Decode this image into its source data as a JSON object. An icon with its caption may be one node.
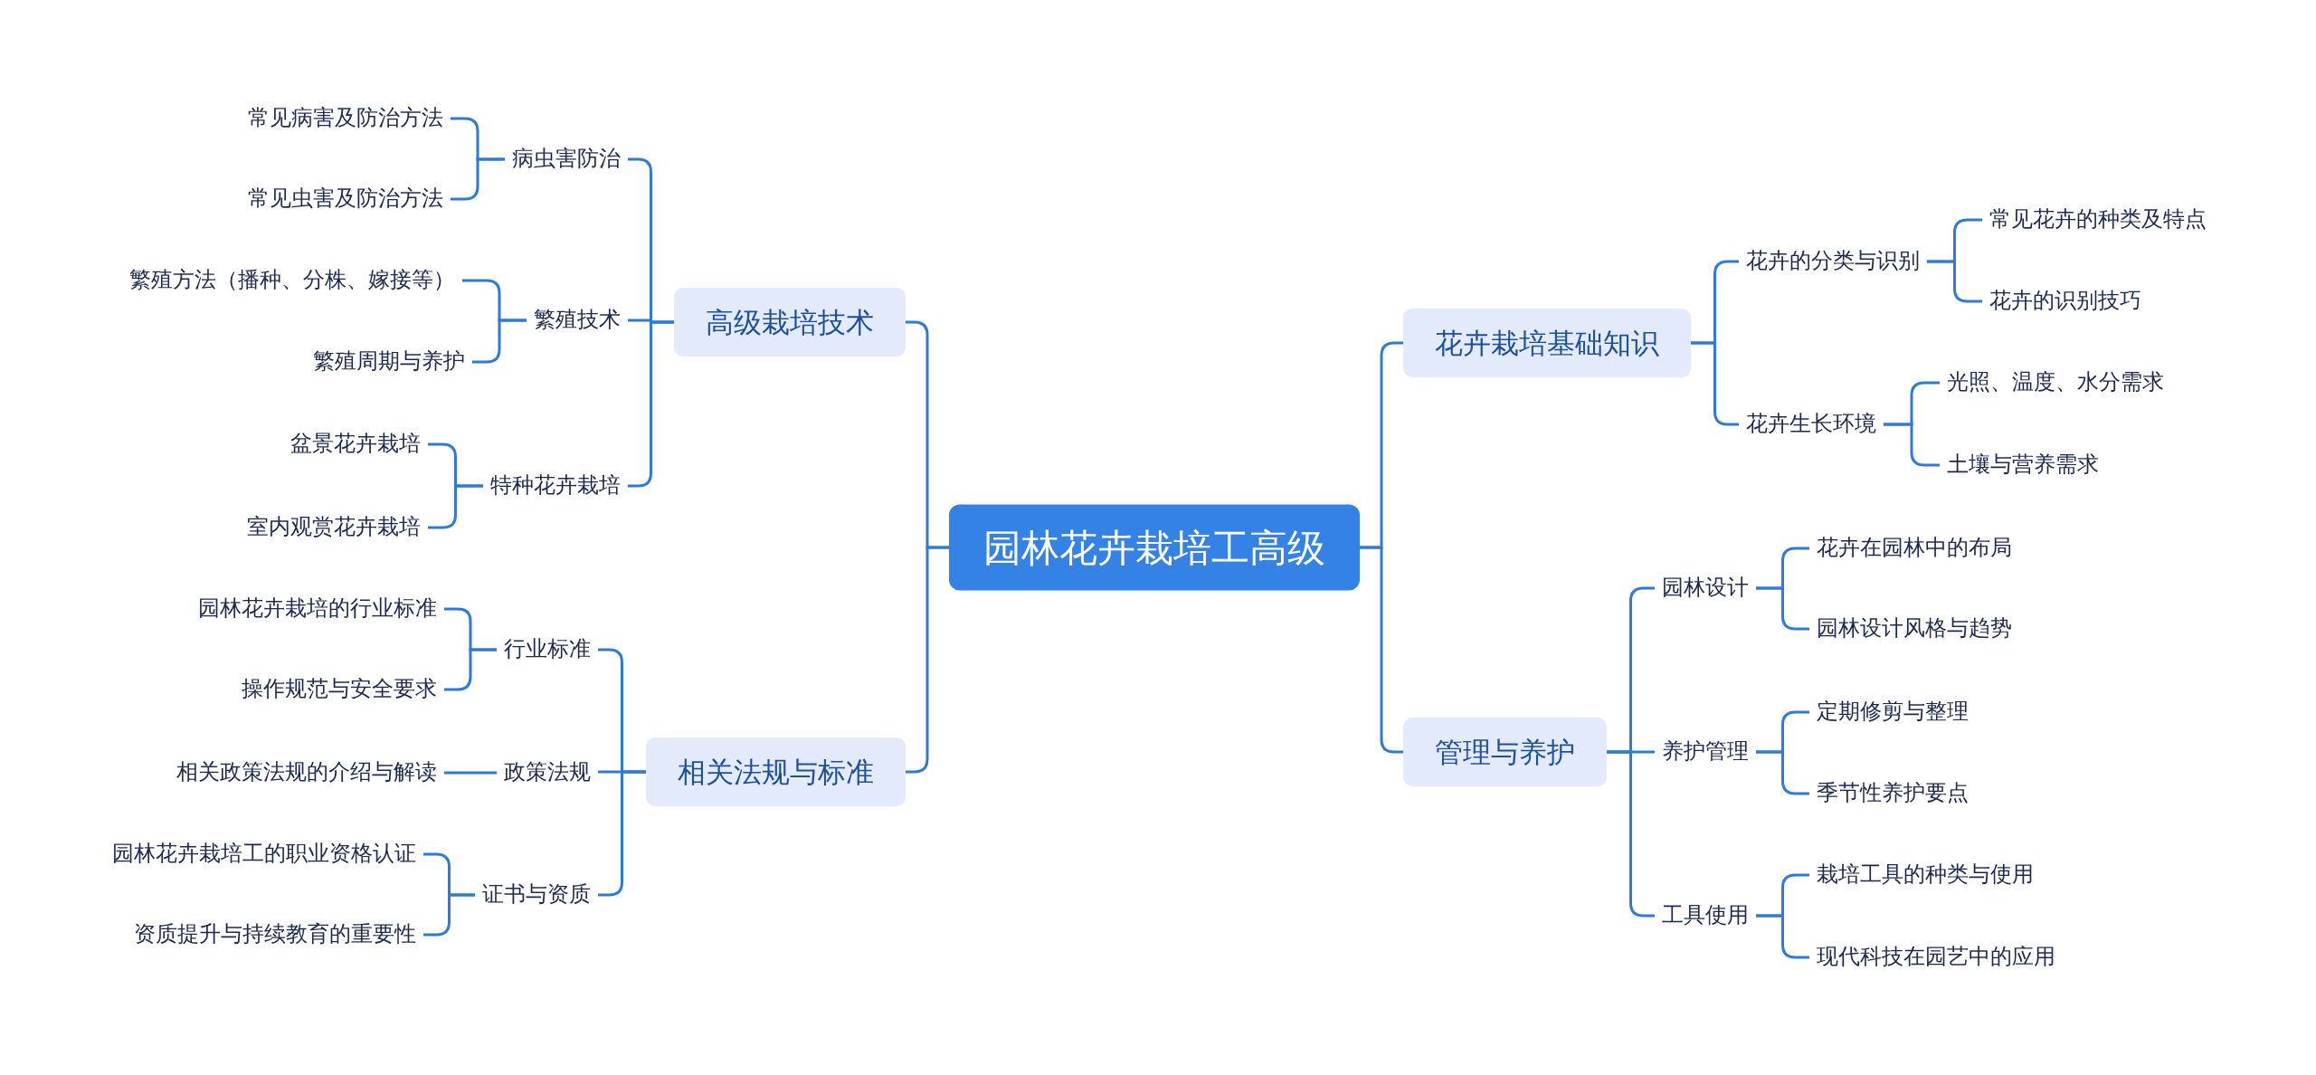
{
  "diagram": {
    "nodes": [
      {
        "text": [
          "园林花卉栽培工高级"
        ]
      },
      {
        "text": [
          "高级栽培技术"
        ]
      },
      {
        "text": [
          "病虫害防治"
        ]
      },
      {
        "text": [
          "常见病害及防治方法"
        ]
      },
      {
        "text": [
          "常见虫害及防治方法"
        ]
      },
      {
        "text": [
          "繁殖技术"
        ]
      },
      {
        "text": [
          "繁殖方法（播种、分株、嫁接等）"
        ]
      },
      {
        "text": [
          "繁殖周期与养护"
        ]
      },
      {
        "text": [
          "特种花卉栽培"
        ]
      },
      {
        "text": [
          "盆景花卉栽培"
        ]
      },
      {
        "text": [
          "室内观赏花卉栽培"
        ]
      },
      {
        "text": [
          "相关法规与标准"
        ]
      },
      {
        "text": [
          "行业标准"
        ]
      },
      {
        "text": [
          "园林花卉栽培的行业标准"
        ]
      },
      {
        "text": [
          "操作规范与安全要求"
        ]
      },
      {
        "text": [
          "政策法规"
        ]
      },
      {
        "text": [
          "相关政策法规的介绍与解读"
        ]
      },
      {
        "text": [
          "证书与资质"
        ]
      },
      {
        "text": [
          "园林花卉栽培工的职业资格认证"
        ]
      },
      {
        "text": [
          "资质提升与持续教育的重要性"
        ]
      },
      {
        "text": [
          "花卉栽培基础知识"
        ]
      },
      {
        "text": [
          "花卉的分类与识别"
        ]
      },
      {
        "text": [
          "常见花卉的种类及特点"
        ]
      },
      {
        "text": [
          "花卉的识别技巧"
        ]
      },
      {
        "text": [
          "花卉生长环境"
        ]
      },
      {
        "text": [
          "光照、温度、水分需求"
        ]
      },
      {
        "text": [
          "土壤与营养需求"
        ]
      },
      {
        "text": [
          "管理与养护"
        ]
      },
      {
        "text": [
          "园林设计"
        ]
      },
      {
        "text": [
          "花卉在园林中的布局"
        ]
      },
      {
        "text": [
          "园林设计风格与趋势"
        ]
      },
      {
        "text": [
          "养护管理"
        ]
      },
      {
        "text": [
          "定期修剪与整理"
        ]
      },
      {
        "text": [
          "季节性养护要点"
        ]
      },
      {
        "text": [
          "工具使用"
        ]
      },
      {
        "text": [
          "栽培工具的种类与使用"
        ]
      },
      {
        "text": [
          "现代科技在园艺中的应用"
        ]
      }
    ],
    "edges": [
      {
        "from": 0,
        "to": 1,
        "arrow": "none"
      },
      {
        "from": 1,
        "to": 2,
        "arrow": "none"
      },
      {
        "from": 2,
        "to": 3,
        "arrow": "none"
      },
      {
        "from": 2,
        "to": 4,
        "arrow": "none"
      },
      {
        "from": 1,
        "to": 5,
        "arrow": "none"
      },
      {
        "from": 5,
        "to": 6,
        "arrow": "none"
      },
      {
        "from": 5,
        "to": 7,
        "arrow": "none"
      },
      {
        "from": 1,
        "to": 8,
        "arrow": "none"
      },
      {
        "from": 8,
        "to": 9,
        "arrow": "none"
      },
      {
        "from": 8,
        "to": 10,
        "arrow": "none"
      },
      {
        "from": 0,
        "to": 11,
        "arrow": "none"
      },
      {
        "from": 11,
        "to": 12,
        "arrow": "none"
      },
      {
        "from": 12,
        "to": 13,
        "arrow": "none"
      },
      {
        "from": 12,
        "to": 14,
        "arrow": "none"
      },
      {
        "from": 11,
        "to": 15,
        "arrow": "none"
      },
      {
        "from": 15,
        "to": 16,
        "arrow": "none"
      },
      {
        "from": 11,
        "to": 17,
        "arrow": "none"
      },
      {
        "from": 17,
        "to": 18,
        "arrow": "none"
      },
      {
        "from": 17,
        "to": 19,
        "arrow": "none"
      },
      {
        "from": 0,
        "to": 20,
        "arrow": "none"
      },
      {
        "from": 20,
        "to": 21,
        "arrow": "none"
      },
      {
        "from": 21,
        "to": 22,
        "arrow": "none"
      },
      {
        "from": 21,
        "to": 23,
        "arrow": "none"
      },
      {
        "from": 20,
        "to": 24,
        "arrow": "none"
      },
      {
        "from": 24,
        "to": 25,
        "arrow": "none"
      },
      {
        "from": 24,
        "to": 26,
        "arrow": "none"
      },
      {
        "from": 0,
        "to": 27,
        "arrow": "none"
      },
      {
        "from": 27,
        "to": 28,
        "arrow": "none"
      },
      {
        "from": 28,
        "to": 29,
        "arrow": "none"
      },
      {
        "from": 28,
        "to": 30,
        "arrow": "none"
      },
      {
        "from": 27,
        "to": 31,
        "arrow": "none"
      },
      {
        "from": 31,
        "to": 32,
        "arrow": "none"
      },
      {
        "from": 31,
        "to": 33,
        "arrow": "none"
      },
      {
        "from": 27,
        "to": 34,
        "arrow": "none"
      },
      {
        "from": 34,
        "to": 35,
        "arrow": "none"
      },
      {
        "from": 34,
        "to": 36,
        "arrow": "none"
      }
    ]
  }
}
